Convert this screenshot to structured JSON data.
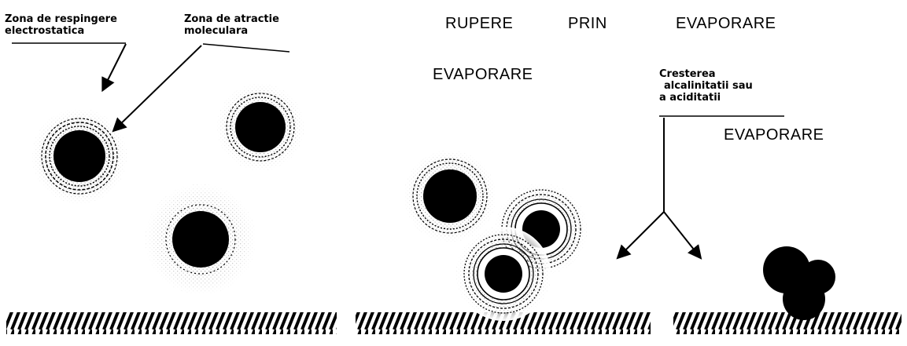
{
  "labels": {
    "repulsion_zone": [
      "Zona de respingere",
      "electrostatica"
    ],
    "attraction_zone": [
      "Zona de atractie",
      "moleculara"
    ],
    "title_words": [
      "RUPERE",
      "PRIN",
      "EVAPORARE"
    ],
    "evaporation_mid": "EVAPORARE",
    "growth_note": [
      "Cresterea",
      "alcalinitatii sau",
      "a aciditatii"
    ],
    "evaporation_right": "EVAPORARE"
  },
  "colors": {
    "ink": "#000000",
    "background": "#ffffff",
    "halo": "#555555"
  },
  "icons": [
    "arrow-down-left-icon",
    "split-arrow-icon",
    "hatched-ground"
  ]
}
